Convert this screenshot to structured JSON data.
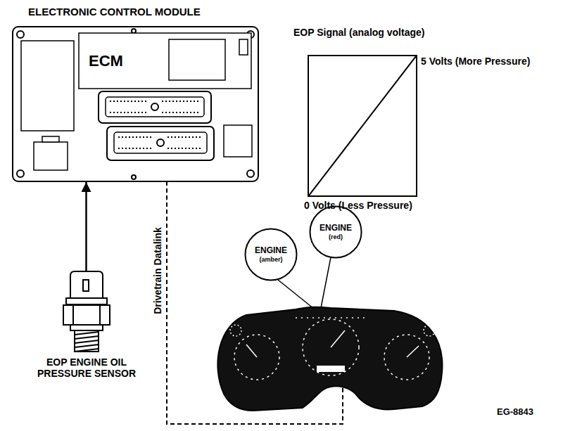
{
  "diagram": {
    "nodes": [
      {
        "text": [
          "ELECTRONIC CONTROL MODULE",
          "ECM"
        ]
      },
      {
        "text": [
          "EOP ENGINE OIL PRESSURE SENSOR"
        ]
      },
      {
        "text": [
          "EOP Signal (analog voltage)"
        ]
      },
      {
        "text": [
          "ENGINE",
          "(amber)"
        ]
      },
      {
        "text": [
          "ENGINE",
          "(red)"
        ]
      }
    ],
    "edges": [
      {
        "from": 1,
        "to": 0,
        "arrow": "to"
      }
    ],
    "labels": [
      "5 Volts (More Pressure)",
      "0 Volts (Less Pressure)",
      "Drivetrain Datalink",
      "EG-8843"
    ]
  }
}
